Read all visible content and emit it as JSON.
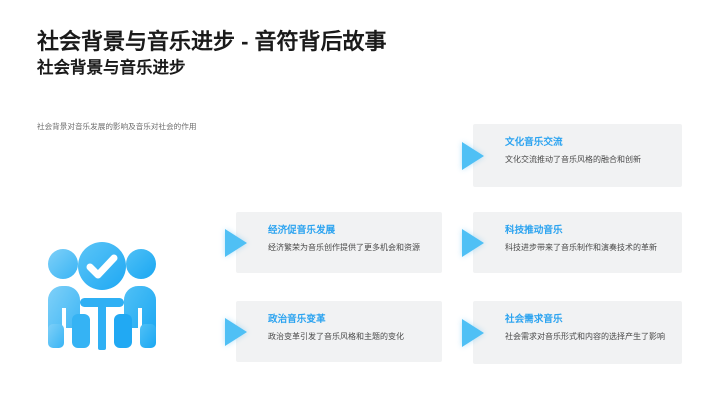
{
  "slide": {
    "title_main": "社会背景与音乐进步 - 音符背后故事",
    "title_sub": "社会背景与音乐进步",
    "lead_text": "社会背景对音乐发展的影响及音乐对社会的作用",
    "illustration_name": "team-with-check-illustration"
  },
  "theme": {
    "accent_blue": "#2ba3f0",
    "arrow_blue": "#4fc0f5",
    "card_bg": "#f1f2f3",
    "title_color": "#1a1a1a",
    "body_color": "#4a4a4a",
    "lead_color": "#6c6c6c",
    "page_bg": "#ffffff"
  },
  "cards": [
    {
      "id": "c1",
      "title": "文化音乐交流",
      "body": "文化交流推动了音乐风格的融合和创新"
    },
    {
      "id": "c2",
      "title": "经济促音乐发展",
      "body": "经济繁荣为音乐创作提供了更多机会和资源"
    },
    {
      "id": "c3",
      "title": "科技推动音乐",
      "body": "科技进步带来了音乐制作和演奏技术的革新"
    },
    {
      "id": "c4",
      "title": "政治音乐变革",
      "body": "政治变革引发了音乐风格和主题的变化"
    },
    {
      "id": "c5",
      "title": "社会需求音乐",
      "body": "社会需求对音乐形式和内容的选择产生了影响"
    }
  ]
}
